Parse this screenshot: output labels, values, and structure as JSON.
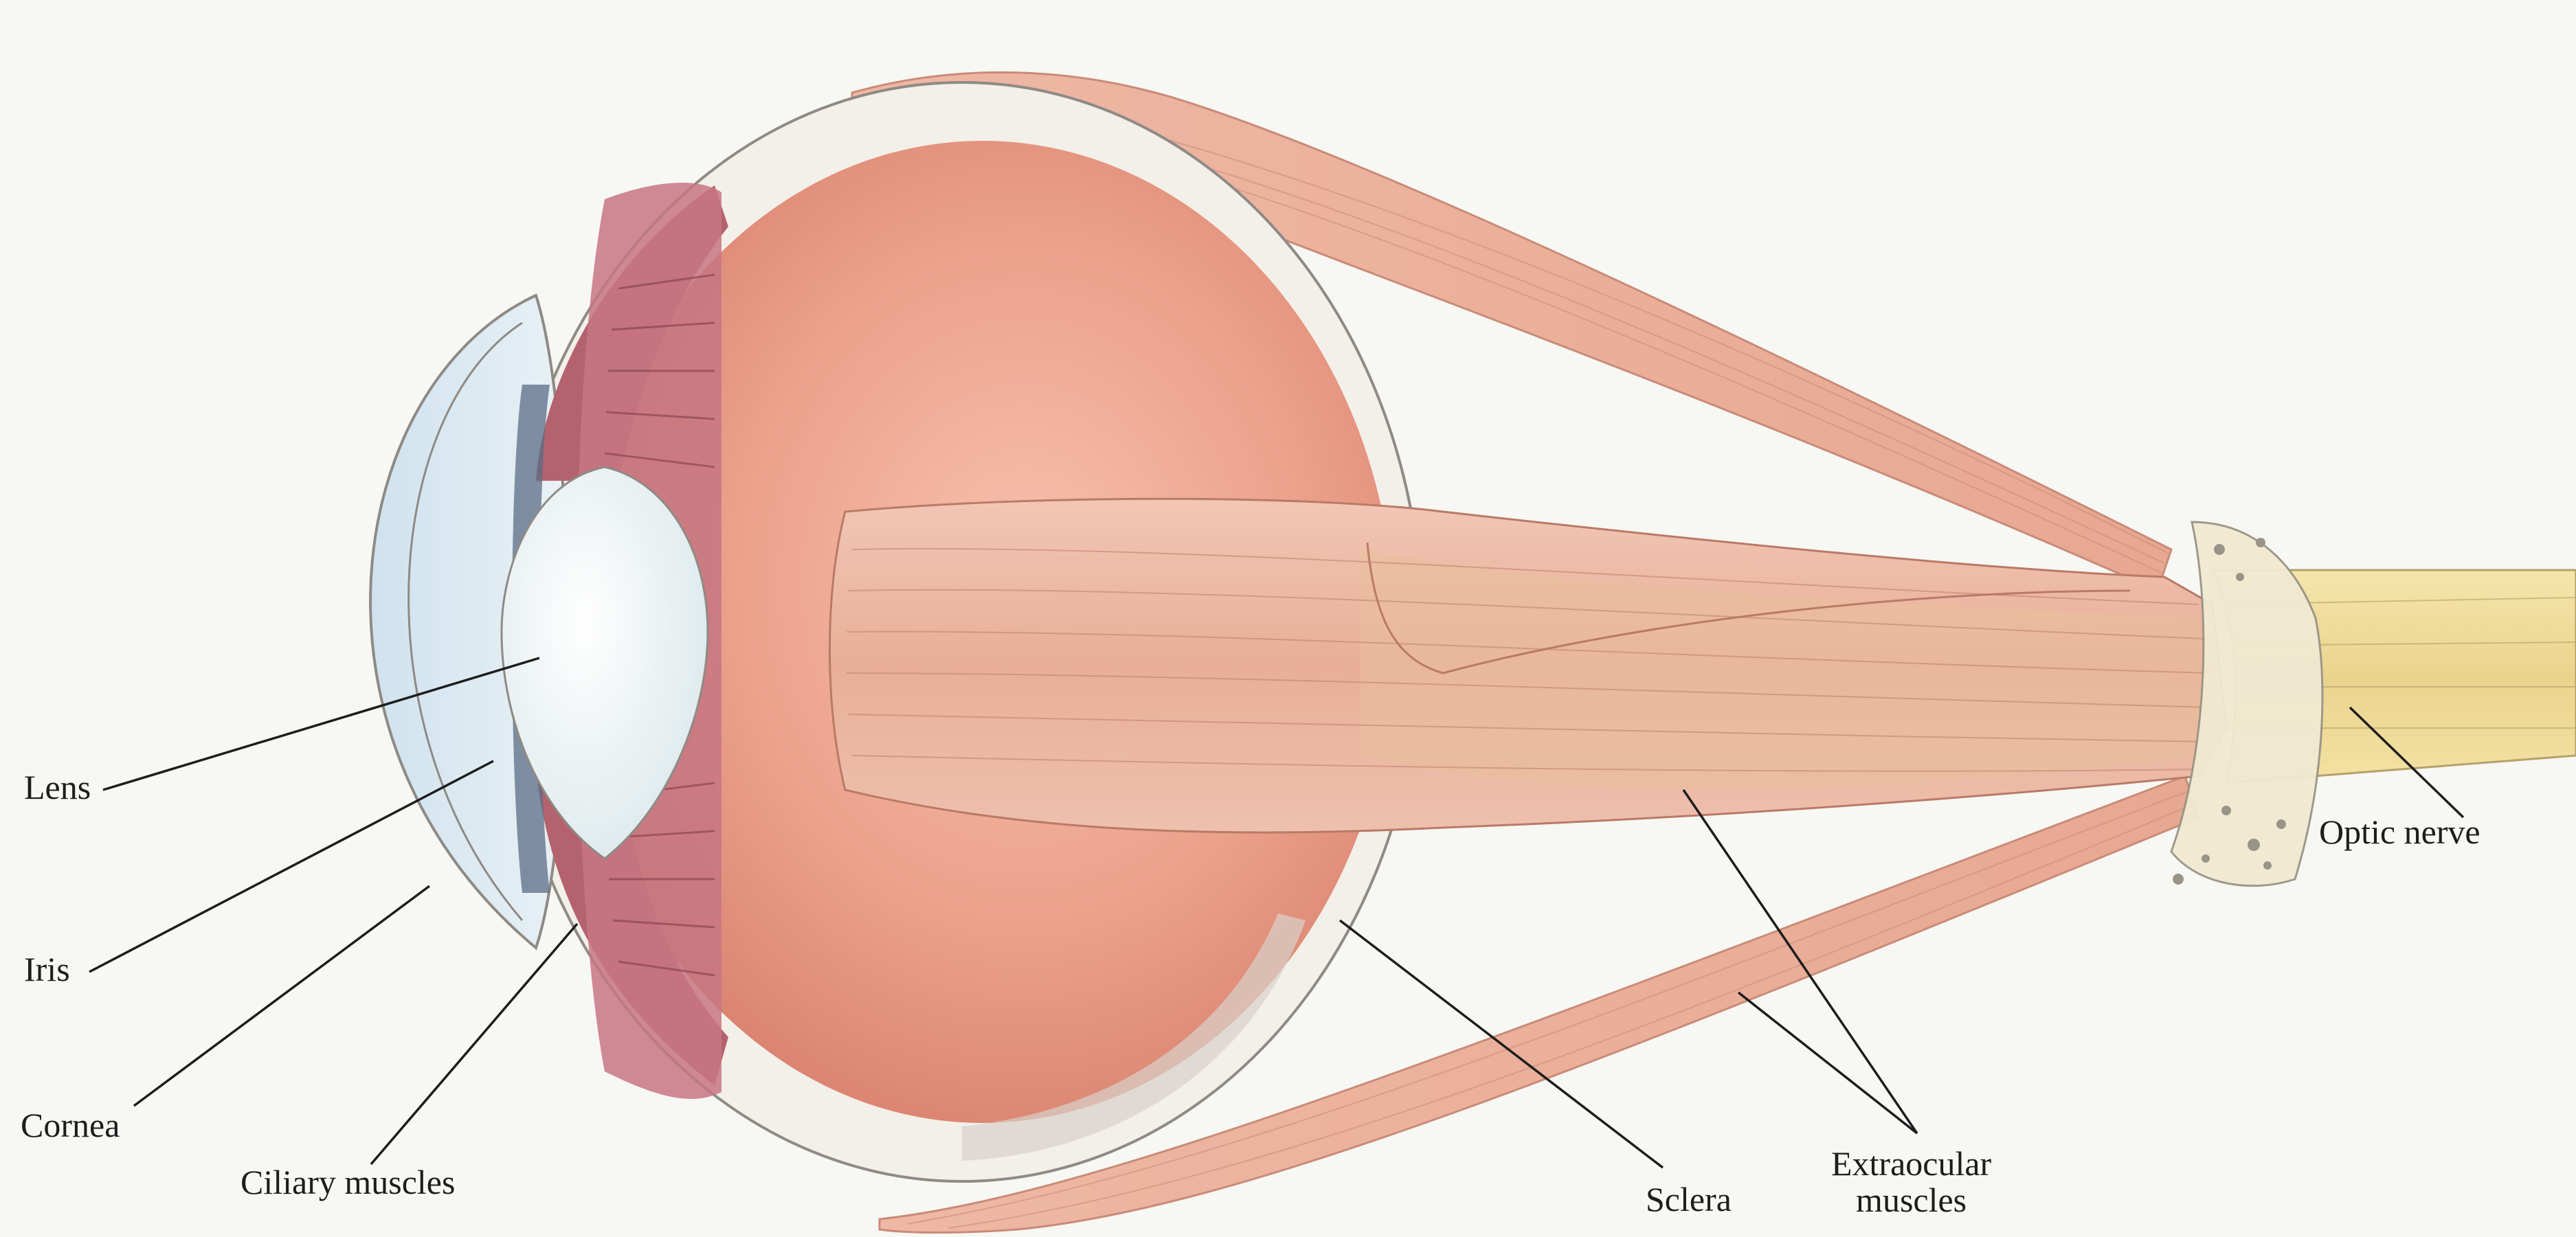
{
  "labels": {
    "lens": "Lens",
    "iris": "Iris",
    "cornea": "Cornea",
    "ciliary_muscles": "Ciliary muscles",
    "sclera": "Sclera",
    "extraocular_line1": "Extraocular",
    "extraocular_line2": "muscles",
    "optic_nerve": "Optic nerve"
  },
  "colors": {
    "background": "#f7f7f4",
    "eyeball_interior": "#e99a7f",
    "sclera": "#f3efe9",
    "cornea": "#dce9f1",
    "lens": "#eef3f4",
    "iris_ciliary": "#c06b76",
    "muscle": "#eab3a1",
    "optic_nerve": "#f1df9c",
    "leader_line": "#1d1d1d"
  }
}
